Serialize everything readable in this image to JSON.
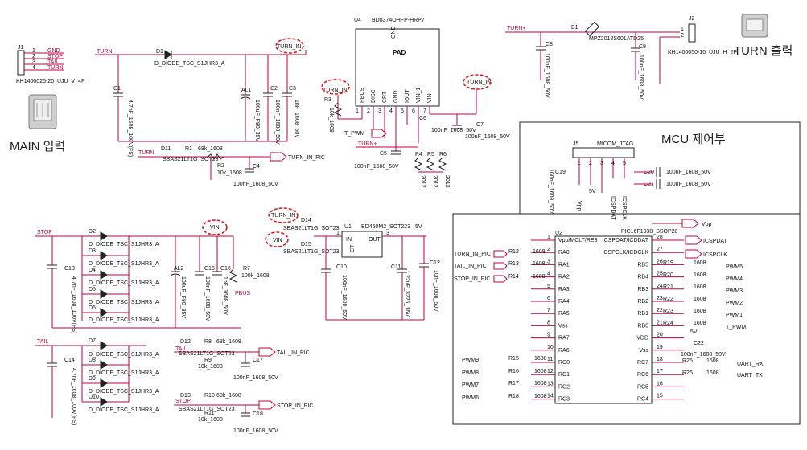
{
  "section_labels": {
    "main_input": "MAIN 입력",
    "turn_output": "TURN 출력",
    "mcu_section": "MCU 제어부"
  },
  "connectors": {
    "j1": {
      "ref": "J1",
      "part": "KH1400025-20_UJU_V_4P",
      "pins": [
        "1",
        "2",
        "3",
        "4"
      ],
      "signals": [
        "GND",
        "STOP",
        "TAIL",
        "TURN"
      ]
    },
    "j2": {
      "ref": "J2",
      "part": "KH1400050-10_UJU_H_2P",
      "pins": [
        "1",
        "2"
      ]
    },
    "j5": {
      "ref": "J5",
      "part": "MICOM_JTAG",
      "pins": [
        "1",
        "2",
        "3",
        "4",
        "5"
      ],
      "signals": [
        "Vpp",
        "5V",
        "ICSPDAT",
        "ICSPCLK"
      ]
    }
  },
  "nets": {
    "turn": "TURN",
    "stop": "STOP",
    "tail": "TAIL",
    "turn_plus": "TURN+",
    "turn_in": "TURN_IN",
    "vin": "VIN",
    "t_pwm": "T_PWM",
    "turn_in_pic": "TURN_IN_PIC",
    "tail_in_pic": "TAIL_IN_PIC",
    "stop_in_pic": "STOP_IN_PIC",
    "pbus": "PBUS",
    "v5": "5V",
    "vpp": "Vpp",
    "icspdat": "ICSPDAT",
    "icspclk": "ICSPCLK",
    "pwm1": "PWM1",
    "pwm2": "PWM2",
    "pwm3": "PWM3",
    "pwm4": "PWM4",
    "pwm5": "PWM5",
    "pwm6": "PWM6",
    "pwm7": "PWM7",
    "pwm8": "PWM8",
    "pwm9": "PWM9",
    "uart_rx": "UART_RX",
    "uart_tx": "UART_TX"
  },
  "u4": {
    "ref": "U4",
    "part": "BD8374OHFP-HRP7",
    "pad": "PAD",
    "gnd": "GND",
    "pin_numbers": [
      "1",
      "2",
      "3",
      "4",
      "5",
      "6",
      "7"
    ],
    "pins": [
      "PBUS",
      "DISC",
      "CRT",
      "GND",
      "IOUT",
      "VIN_1",
      "VIN"
    ]
  },
  "u1": {
    "ref": "U1",
    "part": "BD450M2_SOT223",
    "in": "IN",
    "out": "OUT",
    "ct": "CT",
    "pin_numbers": [
      "1",
      "3"
    ]
  },
  "u2": {
    "ref": "U2",
    "part": "PIC16F1938_SSOP28",
    "left_pins": [
      {
        "n": "1",
        "name": "Vpp/MCLT/RE3"
      },
      {
        "n": "2",
        "name": "RA0"
      },
      {
        "n": "3",
        "name": "RA1"
      },
      {
        "n": "4",
        "name": "RA2"
      },
      {
        "n": "5",
        "name": "RA3"
      },
      {
        "n": "6",
        "name": "RA4"
      },
      {
        "n": "7",
        "name": "RA5"
      },
      {
        "n": "8",
        "name": "Vss"
      },
      {
        "n": "9",
        "name": "RA7"
      },
      {
        "n": "10",
        "name": "RA6"
      },
      {
        "n": "11",
        "name": "RC0"
      },
      {
        "n": "12",
        "name": "RC1"
      },
      {
        "n": "13",
        "name": "RC2"
      },
      {
        "n": "14",
        "name": "RC3"
      }
    ],
    "right_pins": [
      {
        "n": "28",
        "name": "ICSPDAT/ICDDAT"
      },
      {
        "n": "27",
        "name": "ICSPCLK/ICDCLK"
      },
      {
        "n": "26",
        "name": "RB5"
      },
      {
        "n": "25",
        "name": "RB4"
      },
      {
        "n": "24",
        "name": "RB3"
      },
      {
        "n": "23",
        "name": "RB2"
      },
      {
        "n": "22",
        "name": "RB1"
      },
      {
        "n": "21",
        "name": "RB0"
      },
      {
        "n": "20",
        "name": "VDD"
      },
      {
        "n": "19",
        "name": "Vss"
      },
      {
        "n": "18",
        "name": "RC7"
      },
      {
        "n": "17",
        "name": "RC6"
      },
      {
        "n": "16",
        "name": "RC5"
      },
      {
        "n": "15",
        "name": "RC4"
      }
    ]
  },
  "diodes": {
    "d1": {
      "ref": "D1",
      "part": "D_DIODE_TSC_S1JHR3_A"
    },
    "d2": {
      "ref": "D2",
      "part": "D_DIODE_TSC_S1JHR3_A"
    },
    "d3": {
      "ref": "D3",
      "part": "D_DIODE_TSC_S1JHR3_A"
    },
    "d4": {
      "ref": "D4",
      "part": "D_DIODE_TSC_S1JHR3_A"
    },
    "d5": {
      "ref": "D5",
      "part": "D_DIODE_TSC_S1JHR3_A"
    },
    "d6": {
      "ref": "D6",
      "part": "D_DIODE_TSC_S1JHR3_A"
    },
    "d7": {
      "ref": "D7",
      "part": "D_DIODE_TSC_S1JHR3_A"
    },
    "d8": {
      "ref": "D8",
      "part": "D_DIODE_TSC_S1JHR3_A"
    },
    "d9": {
      "ref": "D9",
      "part": "D_DIODE_TSC_S1JHR3_A"
    },
    "d10": {
      "ref": "D10",
      "part": "D_DIODE_TSC_S1JHR3_A"
    },
    "d11": {
      "ref": "D11",
      "part": "SBAS21LT1G_SOT23"
    },
    "d12": {
      "ref": "D12",
      "part": "SBAS21LT1G_SOT23"
    },
    "d13": {
      "ref": "D13",
      "part": "SBAS21LT1G_SOT23"
    },
    "d14": {
      "ref": "D14",
      "part": "SBAS21LT1G_SOT23"
    },
    "d15": {
      "ref": "D15",
      "part": "SBAS21LT1G_SOT23"
    }
  },
  "bead": {
    "ref": "B1",
    "part": "MPZ2012S601ATD25"
  },
  "resistors": {
    "r1": {
      "ref": "R1",
      "val": "68k_1608"
    },
    "r2": {
      "ref": "R2",
      "val": "10k_1608"
    },
    "r3": {
      "ref": "R3",
      "val": "10k_1608"
    },
    "r4": {
      "ref": "R4",
      "val": "2012"
    },
    "r5": {
      "ref": "R5",
      "val": "2012"
    },
    "r6": {
      "ref": "R6",
      "val": "2012"
    },
    "r7": {
      "ref": "R7",
      "val": "100k_1608"
    },
    "r8": {
      "ref": "R8",
      "val": "68k_1608"
    },
    "r9": {
      "ref": "R9",
      "val": "10k_1608"
    },
    "r10": {
      "ref": "R10",
      "val": "68k_1608"
    },
    "r11": {
      "ref": "R11",
      "val": "10k_1608"
    },
    "r12": {
      "ref": "R12",
      "val": "1608"
    },
    "r13": {
      "ref": "R13",
      "val": "1608"
    },
    "r14": {
      "ref": "R14",
      "val": "1608"
    },
    "r15": {
      "ref": "R15",
      "val": "1608"
    },
    "r16": {
      "ref": "R16",
      "val": "1608"
    },
    "r17": {
      "ref": "R17",
      "val": "1608"
    },
    "r18": {
      "ref": "R18",
      "val": "1608"
    },
    "r19": {
      "ref": "R19",
      "val": "1608"
    },
    "r20": {
      "ref": "R20",
      "val": "1608"
    },
    "r21": {
      "ref": "R21",
      "val": "1608"
    },
    "r22": {
      "ref": "R22",
      "val": "1608"
    },
    "r23": {
      "ref": "R23",
      "val": "1608"
    },
    "r24": {
      "ref": "R24",
      "val": "1608"
    },
    "r25": {
      "ref": "R25",
      "val": "1608"
    },
    "r26": {
      "ref": "R26",
      "val": "1608"
    }
  },
  "capacitors": {
    "c1": {
      "ref": "C1",
      "val": "4.7nF_1608_100V(FS)"
    },
    "al1": {
      "ref": "AL1",
      "val": "100uF_F80_35V"
    },
    "c2": {
      "ref": "C2",
      "val": "100nF_1608_50V"
    },
    "c3": {
      "ref": "C3",
      "val": "1nF_1608_50V"
    },
    "c4": {
      "ref": "C4",
      "val": "100nF_1608_50V"
    },
    "c5": {
      "ref": "C5",
      "val": "100nF_1608_50V"
    },
    "c6": {
      "ref": "C6",
      "val": "100nF_1608_50V"
    },
    "c7": {
      "ref": "C7",
      "val": "100nF_1608_50V"
    },
    "c8": {
      "ref": "C8",
      "val": "100nF_1608_50V"
    },
    "c9": {
      "ref": "C9",
      "val": "100nF_1608_50V"
    },
    "c10": {
      "ref": "C10",
      "val": "100nF_1608_50V"
    },
    "c11": {
      "ref": "C11",
      "val": "22uF_3225_16V"
    },
    "c12": {
      "ref": "C12",
      "val": "10nF_1608_50V"
    },
    "c13": {
      "ref": "C13",
      "val": "4.7nF_1608_100V(FS)"
    },
    "c14": {
      "ref": "C14",
      "val": "4.7nF_1608_100V(FS)"
    },
    "al2": {
      "ref": "AL2",
      "val": "100uF_F80_35V"
    },
    "c15": {
      "ref": "C15",
      "val": "100nF_1608_50V"
    },
    "c16": {
      "ref": "C16",
      "val": "1nF_1608_50V"
    },
    "c17": {
      "ref": "C17",
      "val": "100nF_1608_50V"
    },
    "c18": {
      "ref": "C18",
      "val": "100nF_1608_50V"
    },
    "c19": {
      "ref": "C19",
      "val": "100nF_1608_50V"
    },
    "c20": {
      "ref": "C20",
      "val": "100nF_1608_50V"
    },
    "c21": {
      "ref": "C21",
      "val": "100nF_1608_50V"
    },
    "c22": {
      "ref": "C22",
      "val": "100nF_1608_50V"
    }
  },
  "colors": {
    "wire": "#c0003a",
    "highlight": "#d62020",
    "text": "#111111"
  }
}
